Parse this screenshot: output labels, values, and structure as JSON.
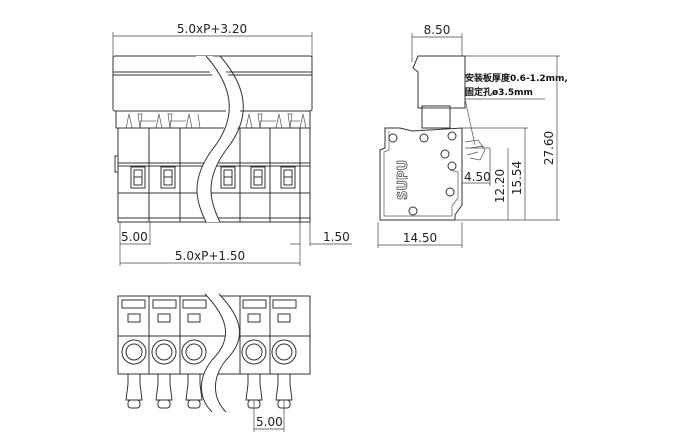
{
  "front_view": {
    "overall_width_label": "5.0xP+3.20",
    "pitch_label": "5.00",
    "edge_label": "1.50",
    "body_width_label": "5.0xP+1.50"
  },
  "side_view": {
    "top_width_label": "8.50",
    "base_width_label": "14.50",
    "pin_offset_label": "4.50",
    "height_12_label": "12.20",
    "height_15_label": "15.54",
    "total_height_label": "27.60",
    "panel_note_line1": "安装板厚度0.6-1.2mm,",
    "panel_note_line2": "固定孔ø3.5mm",
    "logo_text": "SUPU"
  },
  "bottom_view": {
    "pitch_label": "5.00"
  }
}
